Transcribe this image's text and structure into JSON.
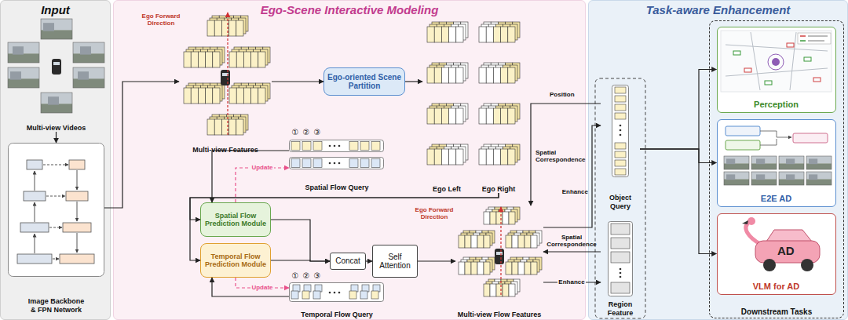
{
  "diagram": {
    "nodes": [
      {
        "text": [
          "Input"
        ]
      },
      {
        "text": [
          "Multi-view Videos"
        ],
        "in": 0
      },
      {
        "text": [
          "Image Backbone & FPN Network"
        ],
        "in": 0
      },
      {
        "text": [
          "Ego-Scene Interactive Modeling"
        ]
      },
      {
        "text": [
          "Multi-view Features"
        ],
        "in": 3
      },
      {
        "text": [
          "Ego-oriented Scene Partition"
        ],
        "in": 3
      },
      {
        "text": [
          "Ego Left"
        ],
        "in": 3
      },
      {
        "text": [
          "Ego Right"
        ],
        "in": 3
      },
      {
        "text": [
          "Spatial Flow Query"
        ],
        "in": 3
      },
      {
        "text": [
          "Spatial Flow Prediction Module"
        ],
        "in": 3
      },
      {
        "text": [
          "Temporal Flow Prediction Module"
        ],
        "in": 3
      },
      {
        "text": [
          "Temporal Flow Query"
        ],
        "in": 3
      },
      {
        "text": [
          "Concat"
        ],
        "in": 3
      },
      {
        "text": [
          "Self Attention"
        ],
        "in": 3
      },
      {
        "text": [
          "Multi-view Flow Features"
        ],
        "in": 3
      },
      {
        "text": [
          "Task-aware Enhancement"
        ]
      },
      {
        "text": [
          "Object Query"
        ],
        "in": 15
      },
      {
        "text": [
          "Region Feature"
        ],
        "in": 15
      },
      {
        "text": [
          "Downstream Tasks"
        ],
        "in": 15
      },
      {
        "text": [
          "Perception"
        ],
        "in": 18
      },
      {
        "text": [
          "E2E AD"
        ],
        "in": 18
      },
      {
        "text": [
          "VLM for AD"
        ],
        "in": 18
      }
    ],
    "edges": [
      {
        "from": 1,
        "to": 2,
        "arrow": "to"
      },
      {
        "from": 2,
        "to": 4,
        "arrow": "to"
      },
      {
        "from": 4,
        "to": 5,
        "arrow": "to"
      },
      {
        "from": 5,
        "to": 6,
        "arrow": "to"
      },
      {
        "from": 7,
        "to": 9,
        "arrow": "to"
      },
      {
        "from": 7,
        "to": 10,
        "arrow": "to"
      },
      {
        "from": 8,
        "to": 9,
        "arrow": "to"
      },
      {
        "from": 9,
        "to": 8,
        "label": "Update",
        "arrow": "to"
      },
      {
        "from": 11,
        "to": 10,
        "arrow": "to"
      },
      {
        "from": 10,
        "to": 11,
        "label": "Update",
        "arrow": "to"
      },
      {
        "from": 9,
        "to": 12,
        "arrow": "to"
      },
      {
        "from": 10,
        "to": 12,
        "arrow": "to"
      },
      {
        "from": 12,
        "to": 13,
        "arrow": "to"
      },
      {
        "from": 13,
        "to": 14,
        "arrow": "to"
      },
      {
        "from": 16,
        "to": 14,
        "label": "Spatial Correspondence",
        "arrow": "to"
      },
      {
        "from": 14,
        "to": 16,
        "label": "Enhance",
        "arrow": "to"
      },
      {
        "from": 17,
        "to": 14,
        "label": "Spatial Correspondence",
        "arrow": "to"
      },
      {
        "from": 14,
        "to": 17,
        "label": "Enhance",
        "arrow": "to"
      },
      {
        "from": 16,
        "to": 19,
        "arrow": "to"
      },
      {
        "from": 16,
        "to": 20,
        "arrow": "to"
      },
      {
        "from": 16,
        "to": 21,
        "arrow": "to"
      }
    ],
    "labels": [
      "Ego Forward Direction",
      "①",
      "②",
      "③",
      "Position",
      "Ego Forward Direction",
      "①",
      "②",
      "③",
      "AD"
    ]
  }
}
